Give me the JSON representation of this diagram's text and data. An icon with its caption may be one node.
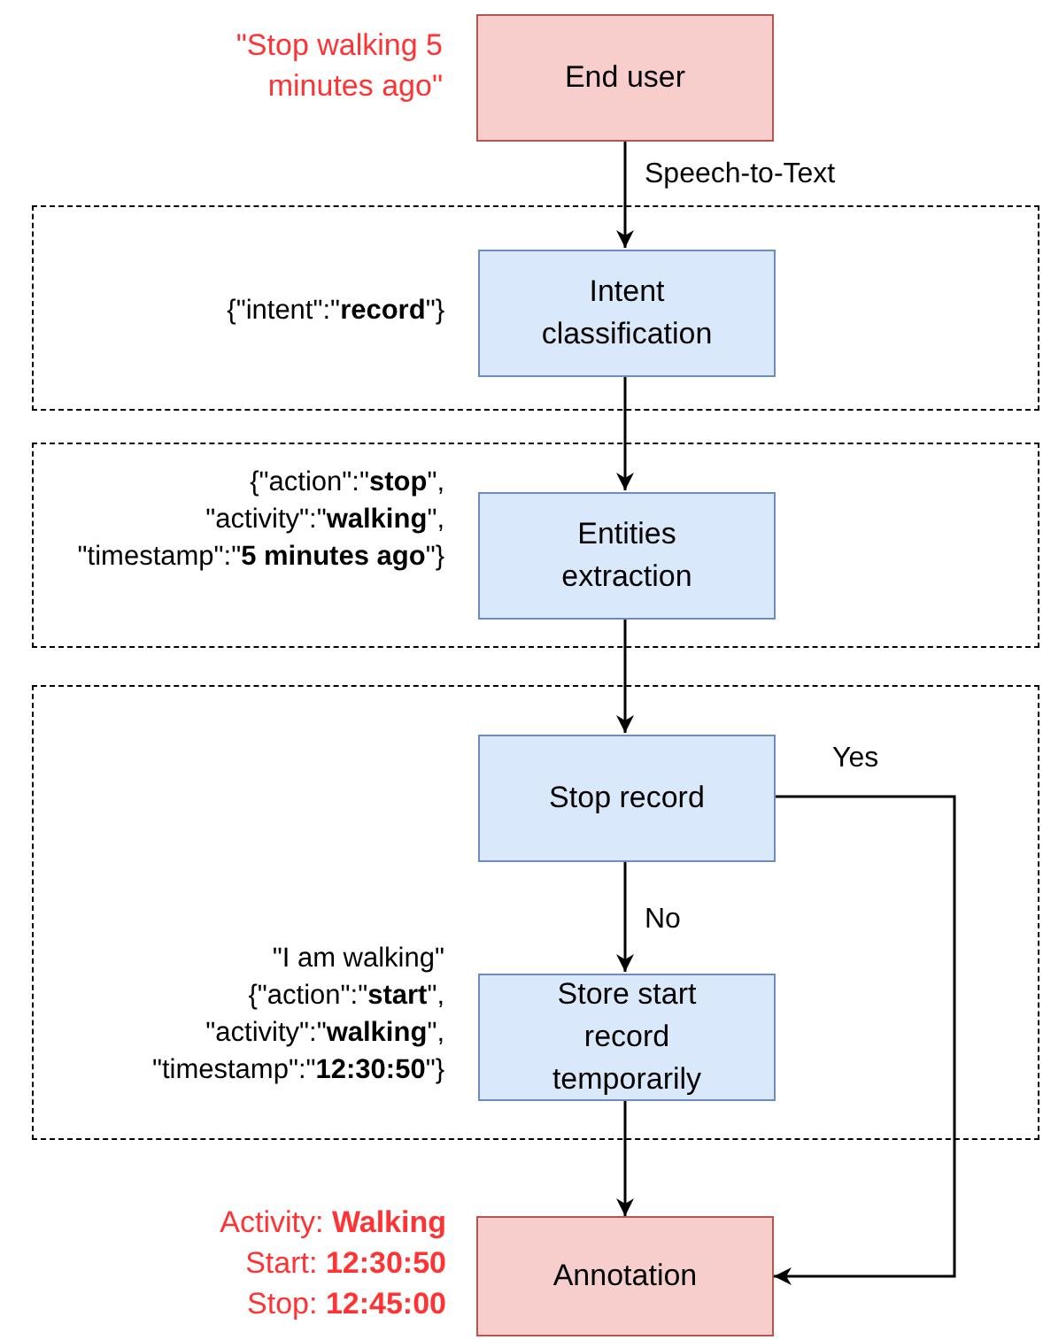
{
  "diagram": {
    "nodes": [
      {
        "text": [
          "End user"
        ],
        "beside": [
          "\"Stop walking 5 minutes ago\""
        ]
      },
      {
        "text": [],
        "shape": "box"
      },
      {
        "text": [
          "Intent classification"
        ],
        "in": 1,
        "beside": [
          "{\"intent\":\"**record**\"}"
        ]
      },
      {
        "text": [],
        "shape": "box"
      },
      {
        "text": [
          "Entities extraction"
        ],
        "in": 3,
        "beside": [
          "{\"action\":\"**stop**\", \"activity\":\"**walking**\", \"timestamp\":\"**5 minutes ago**\"}"
        ]
      },
      {
        "text": [],
        "shape": "box"
      },
      {
        "text": [
          "Stop record"
        ],
        "in": 5
      },
      {
        "text": [
          "Store start record temporarily"
        ],
        "in": 5,
        "beside": [
          "\"I am walking\"",
          "{\"action\":\"**start**\", \"activity\":\"**walking**\", \"timestamp\":\"**12:30:50**\"}"
        ]
      },
      {
        "text": [
          "Annotation"
        ],
        "beside": [
          "Activity: **Walking**",
          "Start: **12:30:50**",
          "Stop: **12:45:00**"
        ]
      }
    ],
    "edges": [
      {
        "from": 0,
        "to": 2,
        "arrow": "to",
        "label": "Speech-to-Text"
      },
      {
        "from": 2,
        "to": 4,
        "arrow": "to"
      },
      {
        "from": 4,
        "to": 6,
        "arrow": "to"
      },
      {
        "from": 6,
        "to": 7,
        "arrow": "to",
        "label": "No"
      },
      {
        "from": 7,
        "to": 8,
        "arrow": "to"
      },
      {
        "from": 6,
        "to": 8,
        "arrow": "to",
        "label": "Yes"
      }
    ]
  }
}
